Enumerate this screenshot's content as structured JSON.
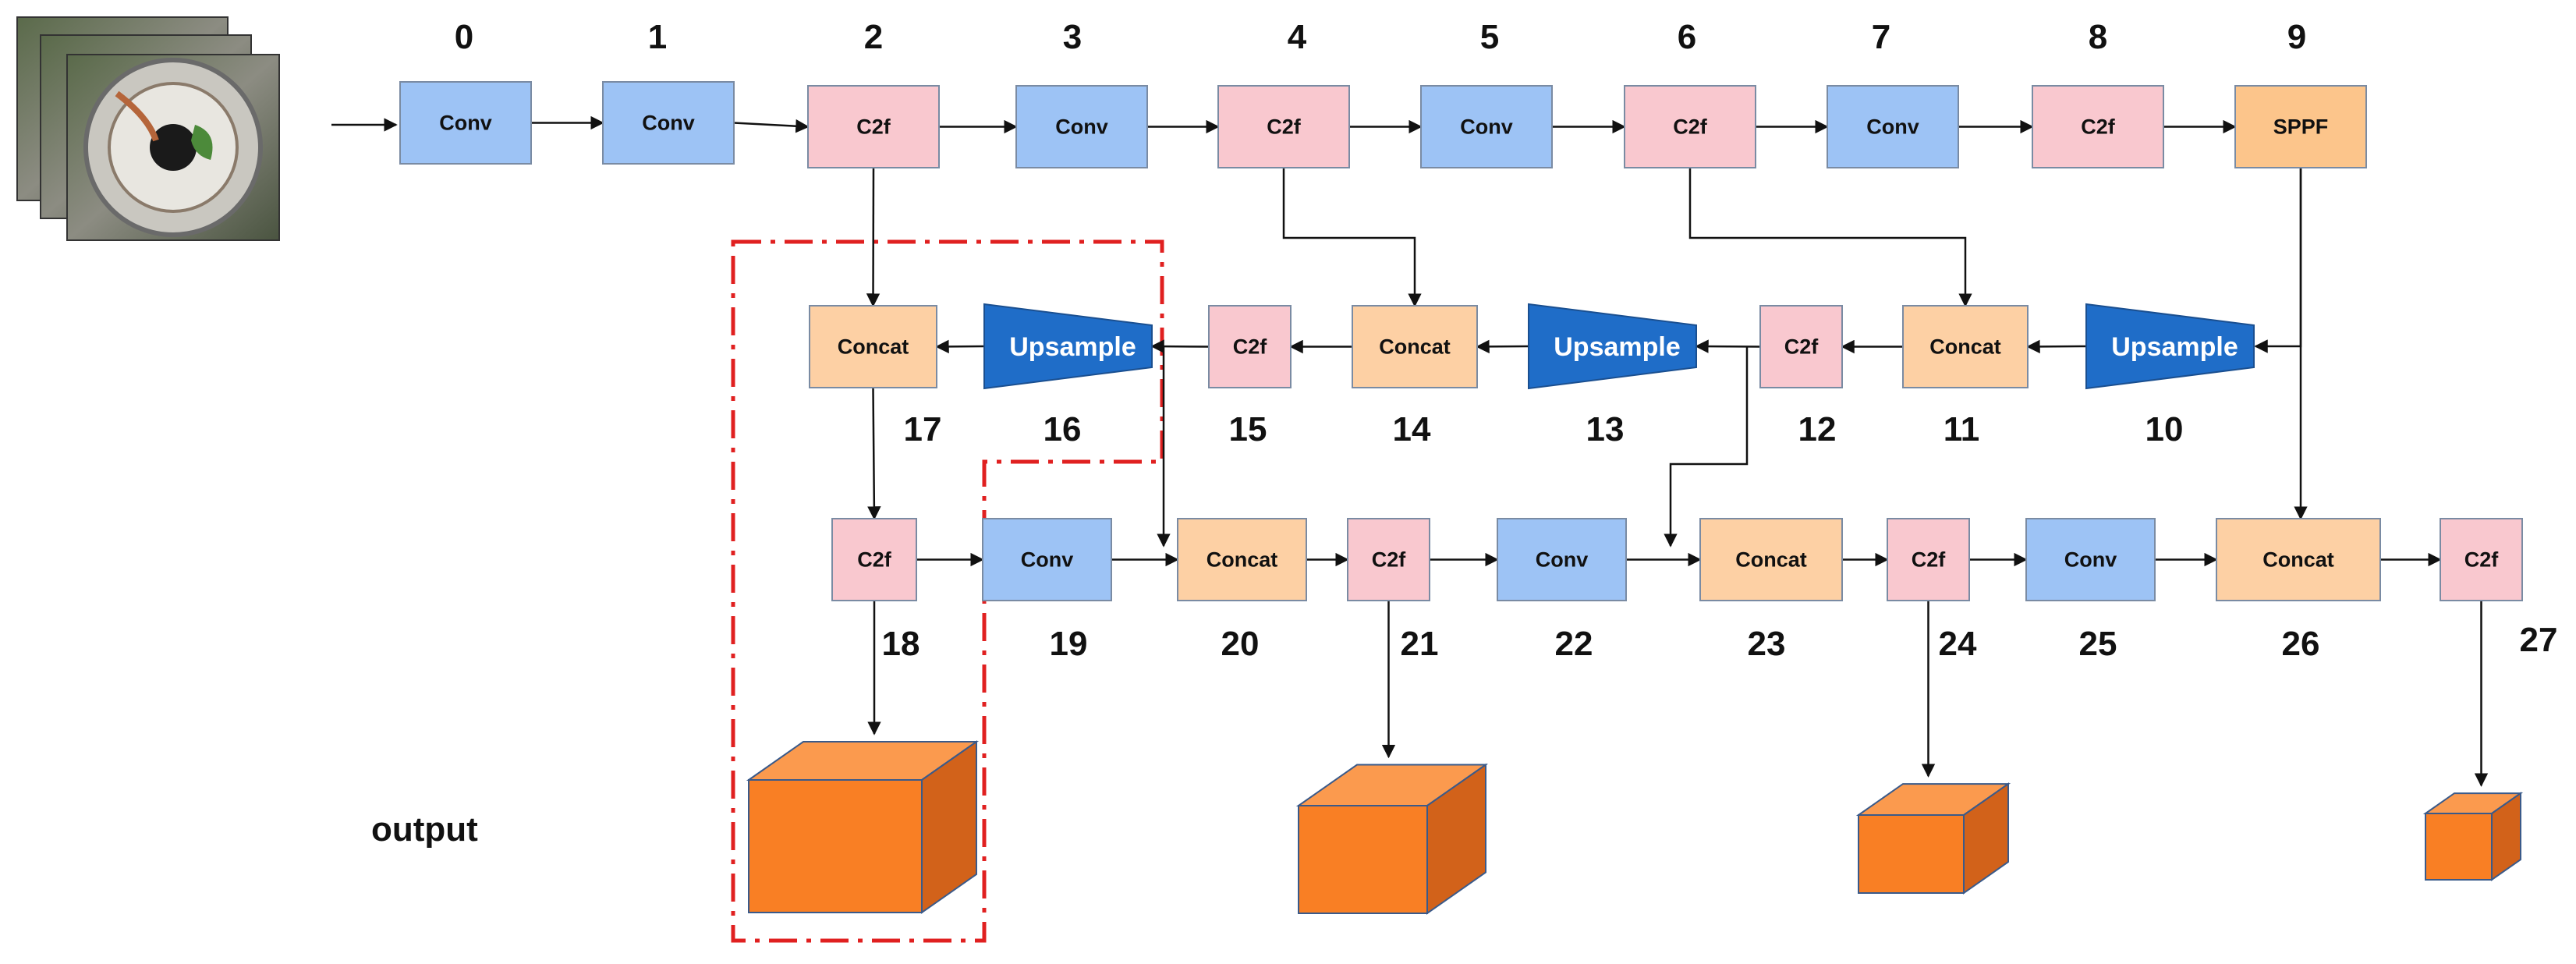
{
  "colors": {
    "Conv": "#9dc3f5",
    "C2f": "#f9c8cf",
    "Concat": "#fdd0a4",
    "SPPF": "#fcc58b",
    "Upsample": "#1f6dc8",
    "cube": "#f97f24",
    "highlight": "#e02020"
  },
  "icons": {
    "input": "image-stack-icon",
    "output": "output-cube-icon"
  },
  "diagram": {
    "output_label": "output",
    "nodes": [
      {
        "id": 0,
        "label": "Conv",
        "type": "Conv",
        "index": "0"
      },
      {
        "id": 1,
        "label": "Conv",
        "type": "Conv",
        "index": "1"
      },
      {
        "id": 2,
        "label": "C2f",
        "type": "C2f",
        "index": "2"
      },
      {
        "id": 3,
        "label": "Conv",
        "type": "Conv",
        "index": "3"
      },
      {
        "id": 4,
        "label": "C2f",
        "type": "C2f",
        "index": "4"
      },
      {
        "id": 5,
        "label": "Conv",
        "type": "Conv",
        "index": "5"
      },
      {
        "id": 6,
        "label": "C2f",
        "type": "C2f",
        "index": "6"
      },
      {
        "id": 7,
        "label": "Conv",
        "type": "Conv",
        "index": "7"
      },
      {
        "id": 8,
        "label": "C2f",
        "type": "C2f",
        "index": "8"
      },
      {
        "id": 9,
        "label": "SPPF",
        "type": "SPPF",
        "index": "9"
      },
      {
        "id": 10,
        "label": "Upsample",
        "type": "Upsample",
        "index": "10"
      },
      {
        "id": 11,
        "label": "Concat",
        "type": "Concat",
        "index": "11"
      },
      {
        "id": 12,
        "label": "C2f",
        "type": "C2f",
        "index": "12"
      },
      {
        "id": 13,
        "label": "Upsample",
        "type": "Upsample",
        "index": "13"
      },
      {
        "id": 14,
        "label": "Concat",
        "type": "Concat",
        "index": "14"
      },
      {
        "id": 15,
        "label": "C2f",
        "type": "C2f",
        "index": "15"
      },
      {
        "id": 16,
        "label": "Upsample",
        "type": "Upsample",
        "index": "16"
      },
      {
        "id": 17,
        "label": "Concat",
        "type": "Concat",
        "index": "17"
      },
      {
        "id": 18,
        "label": "C2f",
        "type": "C2f",
        "index": "18"
      },
      {
        "id": 19,
        "label": "Conv",
        "type": "Conv",
        "index": "19"
      },
      {
        "id": 20,
        "label": "Concat",
        "type": "Concat",
        "index": "20"
      },
      {
        "id": 21,
        "label": "C2f",
        "type": "C2f",
        "index": "21"
      },
      {
        "id": 22,
        "label": "Conv",
        "type": "Conv",
        "index": "22"
      },
      {
        "id": 23,
        "label": "Concat",
        "type": "Concat",
        "index": "23"
      },
      {
        "id": 24,
        "label": "C2f",
        "type": "C2f",
        "index": "24"
      },
      {
        "id": 25,
        "label": "Conv",
        "type": "Conv",
        "index": "25"
      },
      {
        "id": 26,
        "label": "Concat",
        "type": "Concat",
        "index": "26"
      },
      {
        "id": 27,
        "label": "C2f",
        "type": "C2f",
        "index": "27"
      }
    ],
    "edges": [
      [
        0,
        1
      ],
      [
        1,
        2
      ],
      [
        2,
        3
      ],
      [
        3,
        4
      ],
      [
        4,
        5
      ],
      [
        5,
        6
      ],
      [
        6,
        7
      ],
      [
        7,
        8
      ],
      [
        8,
        9
      ],
      [
        9,
        10
      ],
      [
        10,
        11
      ],
      [
        11,
        12
      ],
      [
        12,
        13
      ],
      [
        13,
        14
      ],
      [
        14,
        15
      ],
      [
        15,
        16
      ],
      [
        16,
        17
      ],
      [
        17,
        18
      ],
      [
        18,
        19
      ],
      [
        19,
        20
      ],
      [
        20,
        21
      ],
      [
        21,
        22
      ],
      [
        22,
        23
      ],
      [
        23,
        24
      ],
      [
        24,
        25
      ],
      [
        25,
        26
      ],
      [
        26,
        27
      ],
      [
        2,
        17
      ],
      [
        4,
        14
      ],
      [
        6,
        11
      ],
      [
        9,
        26
      ],
      [
        15,
        20
      ],
      [
        12,
        23
      ]
    ],
    "outputs_from": [
      18,
      21,
      24,
      27
    ]
  }
}
